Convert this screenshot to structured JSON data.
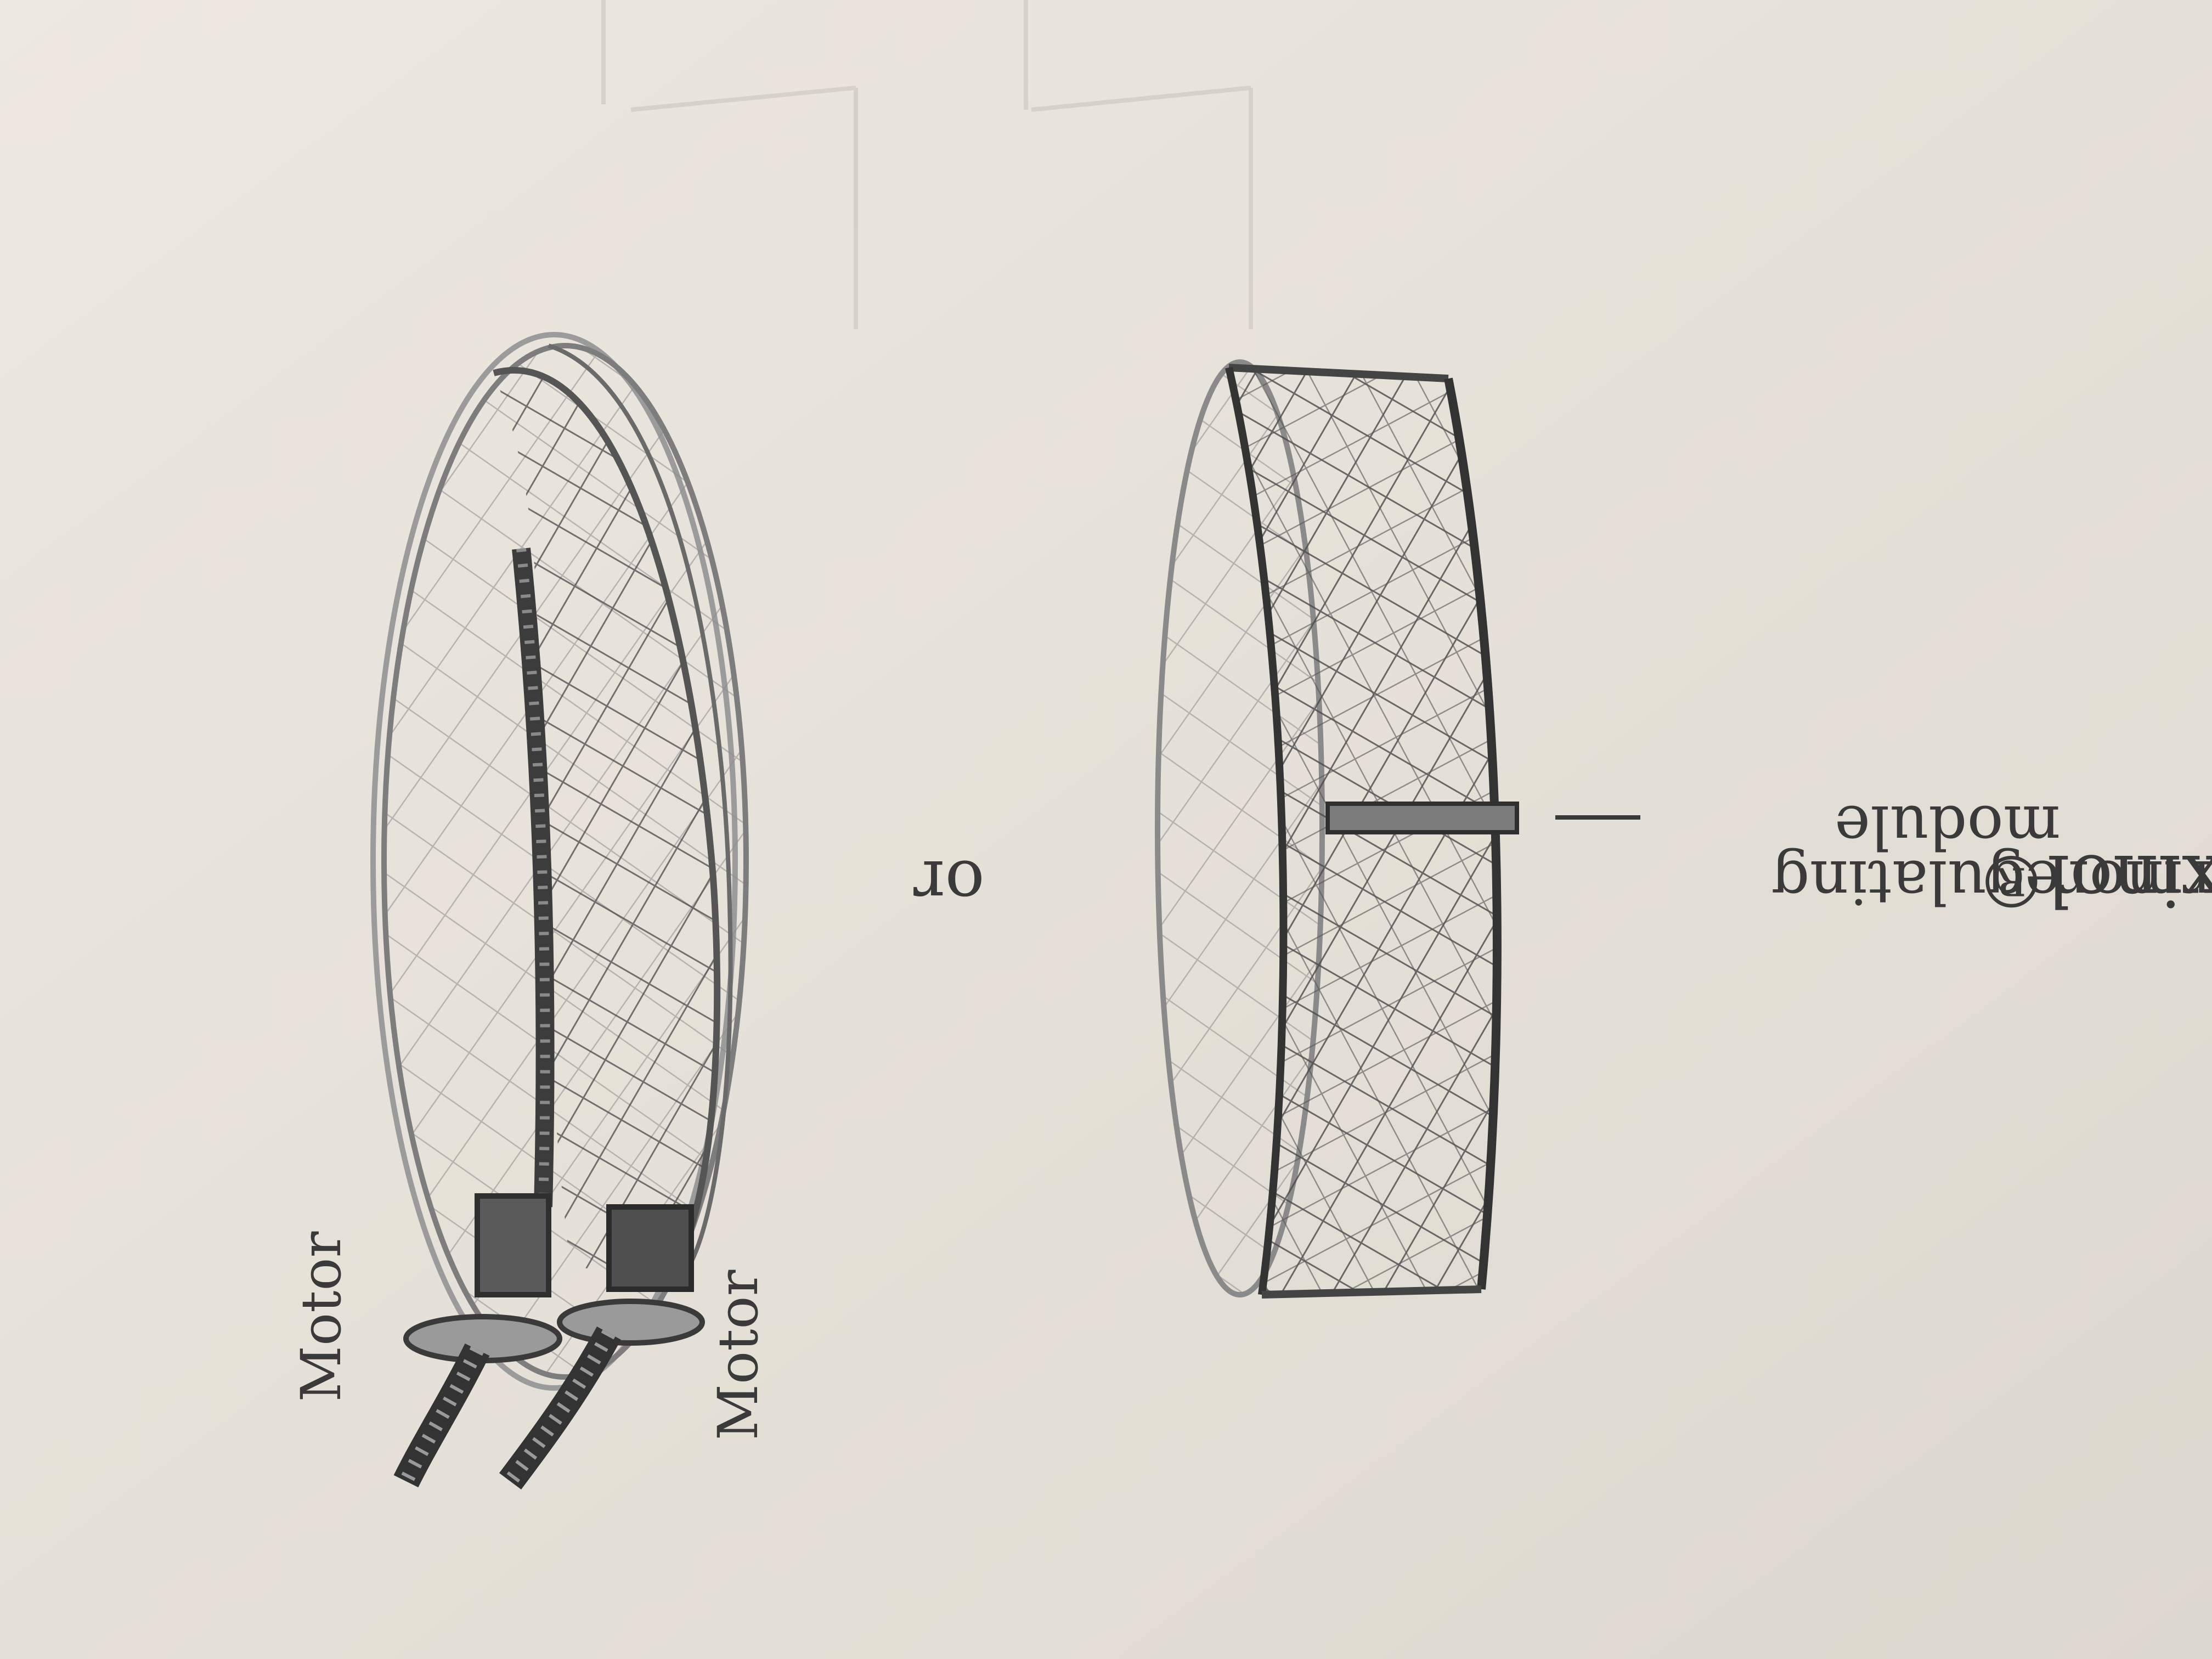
{
  "labels": {
    "motor_left": "Motor",
    "motor_right": "Motor",
    "or": "or",
    "flexinol": "Flexinol®",
    "module_line1": "thermoregulating",
    "module_line2": "module"
  },
  "colors": {
    "paper": "#e7e2da",
    "pencil_dark": "#3a3a3a",
    "pencil_mid": "#6b6b6b",
    "pencil_light": "#9a9a9a"
  }
}
